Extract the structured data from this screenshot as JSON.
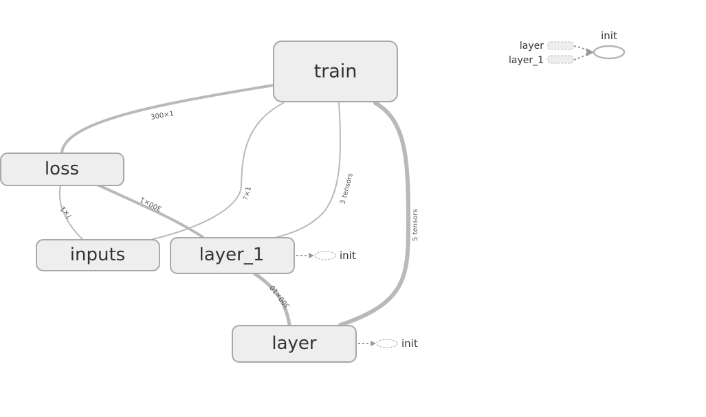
{
  "nodes": {
    "train": "train",
    "loss": "loss",
    "inputs": "inputs",
    "layer_1": "layer_1",
    "layer": "layer"
  },
  "edges": {
    "train_loss": "300×1",
    "train_inputs": "?×1",
    "train_layer_1": "3 tensors",
    "train_layer": "5 tensors",
    "loss_layer_1": "300×1",
    "loss_inputs": "?×1",
    "layer_1_layer": "300×10"
  },
  "init_refs": {
    "layer_1": "init",
    "layer": "init"
  },
  "legend": {
    "title": "init",
    "inputs": [
      "layer",
      "layer_1"
    ]
  },
  "colors": {
    "node_fill": "#eeeeee",
    "node_stroke": "#a8a8a8",
    "edge": "#b9b9b9"
  }
}
